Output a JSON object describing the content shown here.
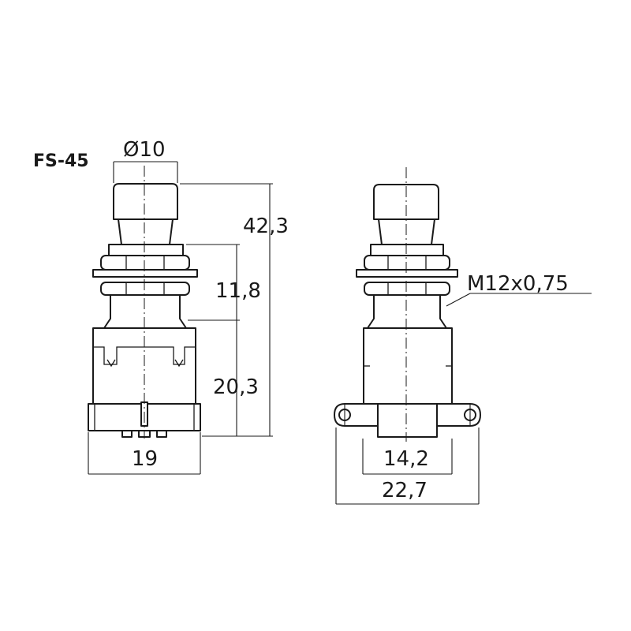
{
  "model": "FS-45",
  "dimensions": {
    "cap_diameter": "Ø10",
    "total_height": "42,3",
    "bushing_height": "11,8",
    "body_height": "20,3",
    "body_width": "19",
    "thread": "M12x0,75",
    "body_width_side": "14,2",
    "flange_width": "22,7"
  }
}
